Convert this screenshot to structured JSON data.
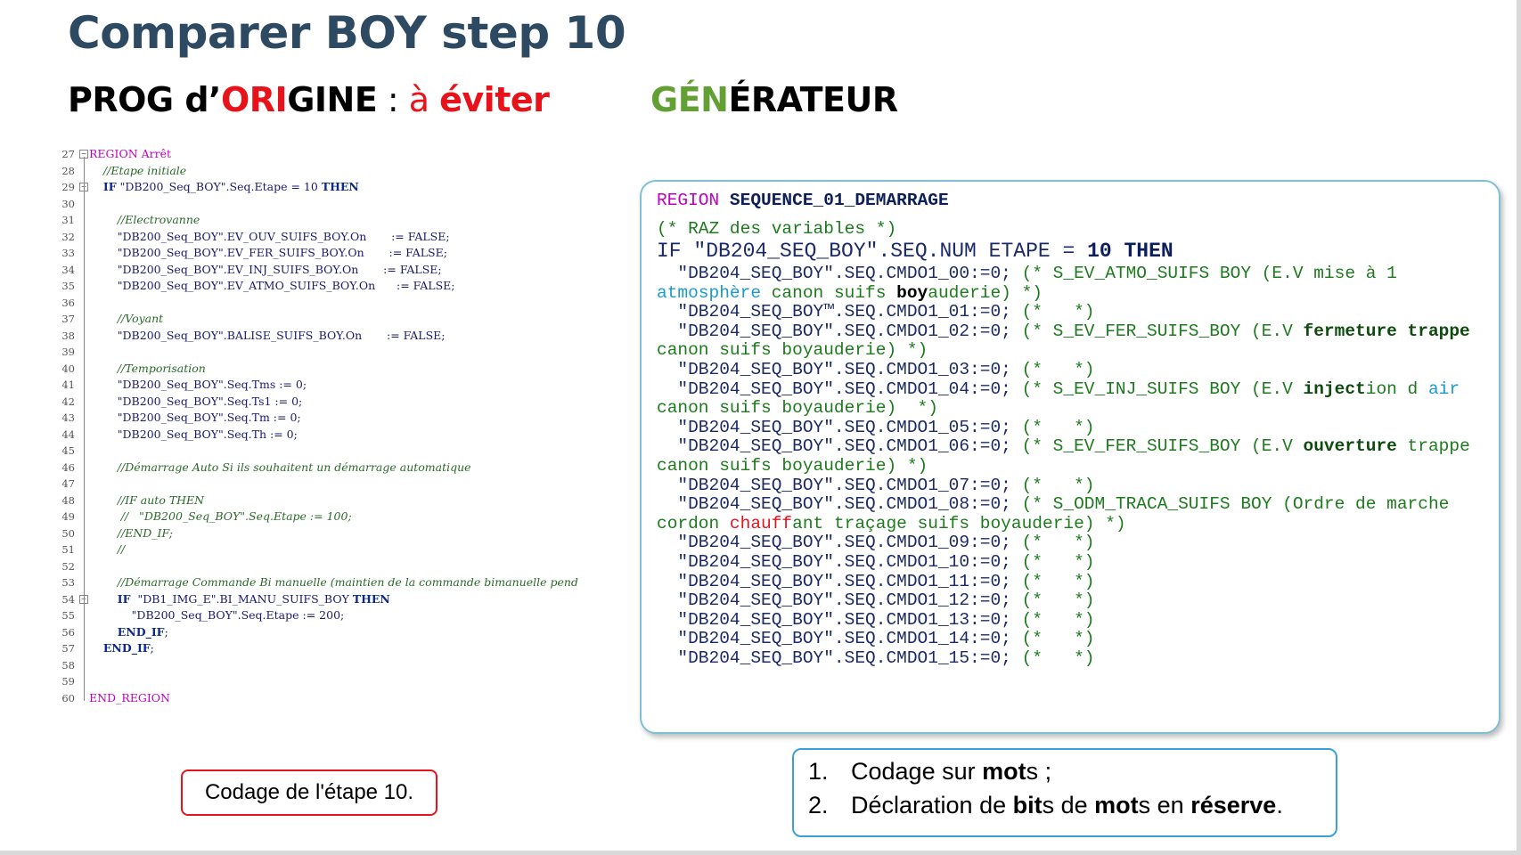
{
  "title": "Comparer BOY step 10",
  "left_heading": {
    "p1": "PROG d’",
    "p2": "ORI",
    "p3": "GINE",
    "p4": " : ",
    "p5": "à ",
    "p6": "éviter"
  },
  "right_heading": {
    "p1": "GÉN",
    "p2": "ÉRATEUR"
  },
  "left_code": [
    {
      "n": "27",
      "t": "REGION Arrêt"
    },
    {
      "n": "28",
      "t": "    //Etape initiale"
    },
    {
      "n": "29",
      "t": "    IF \"DB200_Seq_BOY\".Seq.Etape = 10 THEN"
    },
    {
      "n": "30",
      "t": ""
    },
    {
      "n": "31",
      "t": "        //Electrovanne"
    },
    {
      "n": "32",
      "t": "        \"DB200_Seq_BOY\".EV_OUV_SUIFS_BOY.On       := FALSE;"
    },
    {
      "n": "33",
      "t": "        \"DB200_Seq_BOY\".EV_FER_SUIFS_BOY.On       := FALSE;"
    },
    {
      "n": "34",
      "t": "        \"DB200_Seq_BOY\".EV_INJ_SUIFS_BOY.On       := FALSE;"
    },
    {
      "n": "35",
      "t": "        \"DB200_Seq_BOY\".EV_ATMO_SUIFS_BOY.On      := FALSE;"
    },
    {
      "n": "36",
      "t": ""
    },
    {
      "n": "37",
      "t": "        //Voyant"
    },
    {
      "n": "38",
      "t": "        \"DB200_Seq_BOY\".BALISE_SUIFS_BOY.On       := FALSE;"
    },
    {
      "n": "39",
      "t": ""
    },
    {
      "n": "40",
      "t": "        //Temporisation"
    },
    {
      "n": "41",
      "t": "        \"DB200_Seq_BOY\".Seq.Tms := 0;"
    },
    {
      "n": "42",
      "t": "        \"DB200_Seq_BOY\".Seq.Ts1 := 0;"
    },
    {
      "n": "43",
      "t": "        \"DB200_Seq_BOY\".Seq.Tm := 0;"
    },
    {
      "n": "44",
      "t": "        \"DB200_Seq_BOY\".Seq.Th := 0;"
    },
    {
      "n": "45",
      "t": ""
    },
    {
      "n": "46",
      "t": "        //Démarrage Auto Si ils souhaitent un démarrage automatique"
    },
    {
      "n": "47",
      "t": ""
    },
    {
      "n": "48",
      "t": "        //IF auto THEN"
    },
    {
      "n": "49",
      "t": "         //   \"DB200_Seq_BOY\".Seq.Etape := 100;"
    },
    {
      "n": "50",
      "t": "        //END_IF;"
    },
    {
      "n": "51",
      "t": "        //"
    },
    {
      "n": "52",
      "t": ""
    },
    {
      "n": "53",
      "t": "        //Démarrage Commande Bi manuelle (maintien de la commande bimanuelle pend"
    },
    {
      "n": "54",
      "t": "        IF  \"DB1_IMG_E\".BI_MANU_SUIFS_BOY THEN"
    },
    {
      "n": "55",
      "t": "            \"DB200_Seq_BOY\".Seq.Etape := 200;"
    },
    {
      "n": "56",
      "t": "        END_IF;"
    },
    {
      "n": "57",
      "t": "    END_IF;"
    },
    {
      "n": "58",
      "t": ""
    },
    {
      "n": "59",
      "t": ""
    },
    {
      "n": "60",
      "t": "END_REGION"
    }
  ],
  "gen_code": {
    "region_kw": "REGION ",
    "region_name_a": "SEQ",
    "region_name_b": "UENCE_0",
    "region_name_c": "1_DEMARRAGE",
    "raz": "(* RAZ des variables *)",
    "if_a": "IF \"DB204_SEQ_BOY\".SEQ.NUM ETAPE = ",
    "if_num": "10",
    "if_then": " THEN",
    "lines": [
      {
        "pre": "  \"DB204_SEQ_BOY\".SEQ.CMDO1_00:=0; ",
        "c": "(* S_EV_ATMO_SUIFS BOY (E.V mise à 1"
      },
      {
        "pre": "",
        "c1": "atmosphère",
        "c2": " canon suifs ",
        "c3": "boy",
        "c4": "auderie) *)"
      },
      {
        "pre": "  \"DB204_SEQ_BOY™.SEQ.CMDO1_01:=0; ",
        "c": "(*   *)"
      },
      {
        "pre": "  \"DB204_SEQ_BOY\".SEQ.CMDO1_02:=0; ",
        "c": "(* S_EV_FER_SUIFS_BOY (E.V ",
        "b": "fermeture trappe"
      },
      {
        "pre": "",
        "c": "canon suifs boyauderie) *)"
      },
      {
        "pre": "  \"DB204_SEQ_BOY\".SEQ.CMDO1_03:=0; ",
        "c": "(*   *)"
      },
      {
        "pre": "  \"DB204_SEQ_BOY\".SEQ.CMDO1_04:=0; ",
        "c": "(* S_EV_INJ_SUIFS BOY (E.V ",
        "b": "inject",
        "c2": "ion d ",
        "cy": "air"
      },
      {
        "pre": "",
        "c": "canon suifs boyauderie)  *)"
      },
      {
        "pre": "  \"DB204_SEQ_BOY\".SEQ.CMDO1_05:=0; ",
        "c": "(*   *)"
      },
      {
        "pre": "  \"DB204_SEQ_BOY\".SEQ.CMDO1_06:=0; ",
        "c": "(* S_EV_FER_SUIFS_BOY (E.V ",
        "b": "ouverture",
        "c2": " trappe"
      },
      {
        "pre": "",
        "c": "canon suifs boyauderie) *)"
      },
      {
        "pre": "  \"DB204_SEQ_BOY\".SEQ.CMDO1_07:=0; ",
        "c": "(*   *)"
      },
      {
        "pre": "  \"DB204_SEQ_BOY\".SEQ.CMDO1_08:=0; ",
        "c": "(* S_ODM_TRACA_SUIFS BOY (Ordre de marche"
      },
      {
        "pre": "",
        "c": "cordon ",
        "r": "chauff",
        "c2": "ant traçage suifs boyauderie) *)"
      },
      {
        "pre": "  \"DB204_SEQ_BOY\".SEQ.CMDO1_09:=0; ",
        "c": "(*   *)"
      },
      {
        "pre": "  \"DB204_SEQ_BOY\".SEQ.CMDO1_10:=0; ",
        "c": "(*   *)"
      },
      {
        "pre": "  \"DB204_SEQ_BOY\".SEQ.CMDO1_11:=0; ",
        "c": "(*   *)"
      },
      {
        "pre": "  \"DB204_SEQ_BOY\".SEQ.CMDO1_12:=0; ",
        "c": "(*   *)"
      },
      {
        "pre": "  \"DB204_SEQ_BOY\".SEQ.CMDO1_13:=0; ",
        "c": "(*   *)"
      },
      {
        "pre": "  \"DB204_SEQ_BOY\".SEQ.CMDO1_14:=0; ",
        "c": "(*   *)"
      },
      {
        "pre": "  \"DB204_SEQ_BOY\".SEQ.CMDO1_15:=0; ",
        "c": "(*   *)"
      }
    ]
  },
  "note_left": "Codage de l'étape 10.",
  "note_right": [
    {
      "n": "1.",
      "a": "Codage sur ",
      "b": "mot",
      "c": "s ;"
    },
    {
      "n": "2.",
      "a": "Déclaration de ",
      "b": "bit",
      "c": "s de ",
      "d": "mot",
      "e": "s en ",
      "f": "réserve",
      "g": "."
    }
  ]
}
